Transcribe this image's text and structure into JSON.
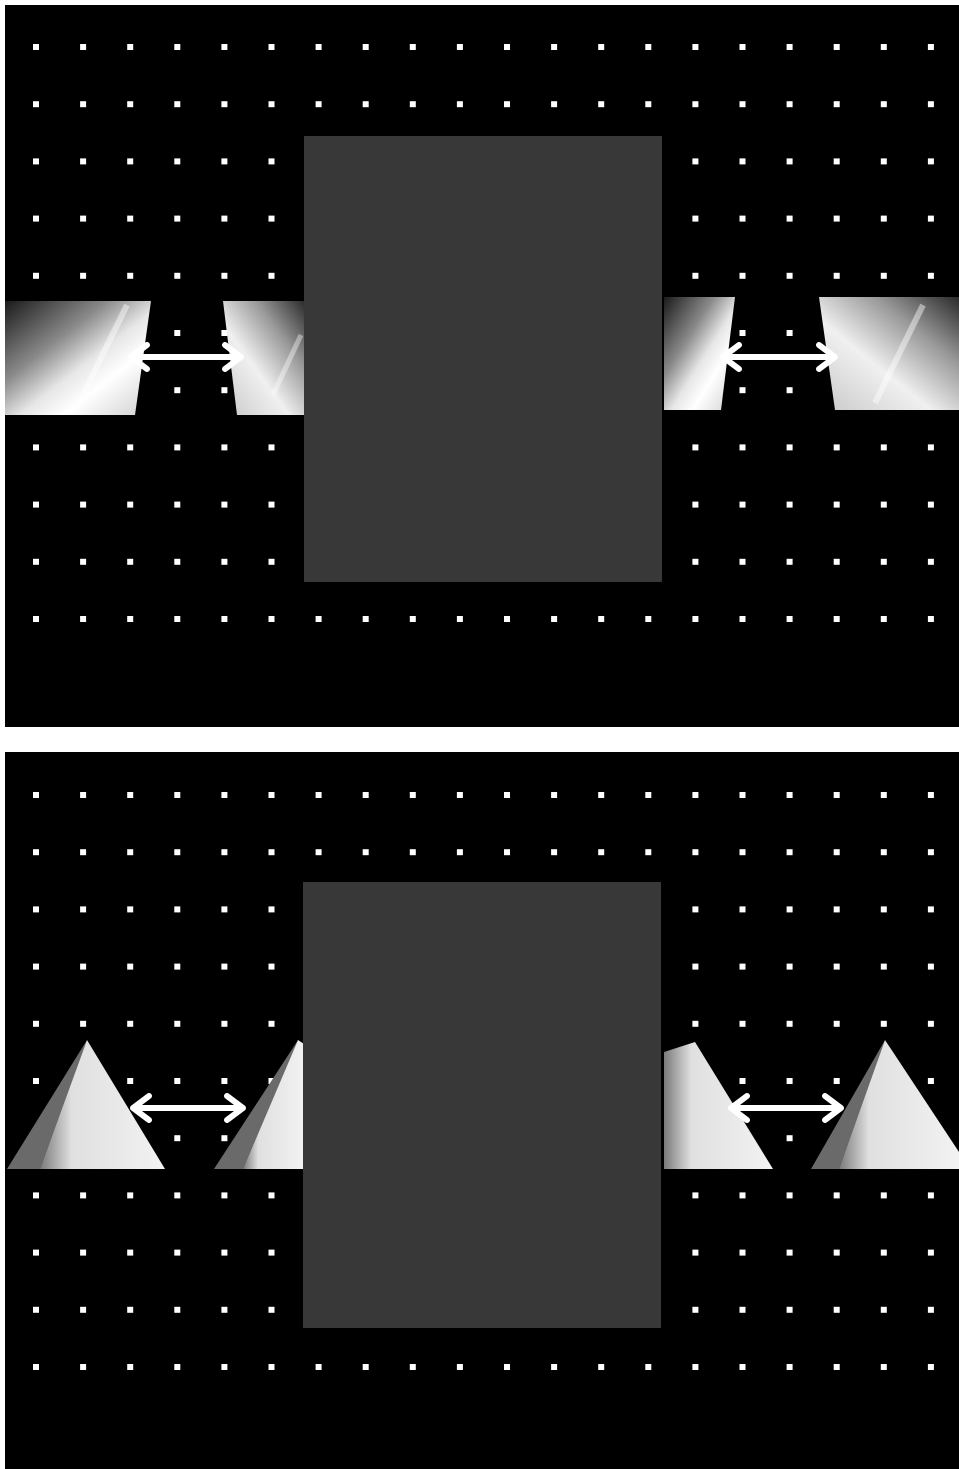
{
  "figure": {
    "background_color": "#000000",
    "occluder_color": "#383838",
    "dot_color": "#ffffff",
    "arrow_color": "#ffffff",
    "panels": [
      {
        "id": "top",
        "object_shape": "trapezoid-block",
        "arrows": 2
      },
      {
        "id": "bottom",
        "object_shape": "pyramid",
        "arrows": 2
      }
    ]
  }
}
